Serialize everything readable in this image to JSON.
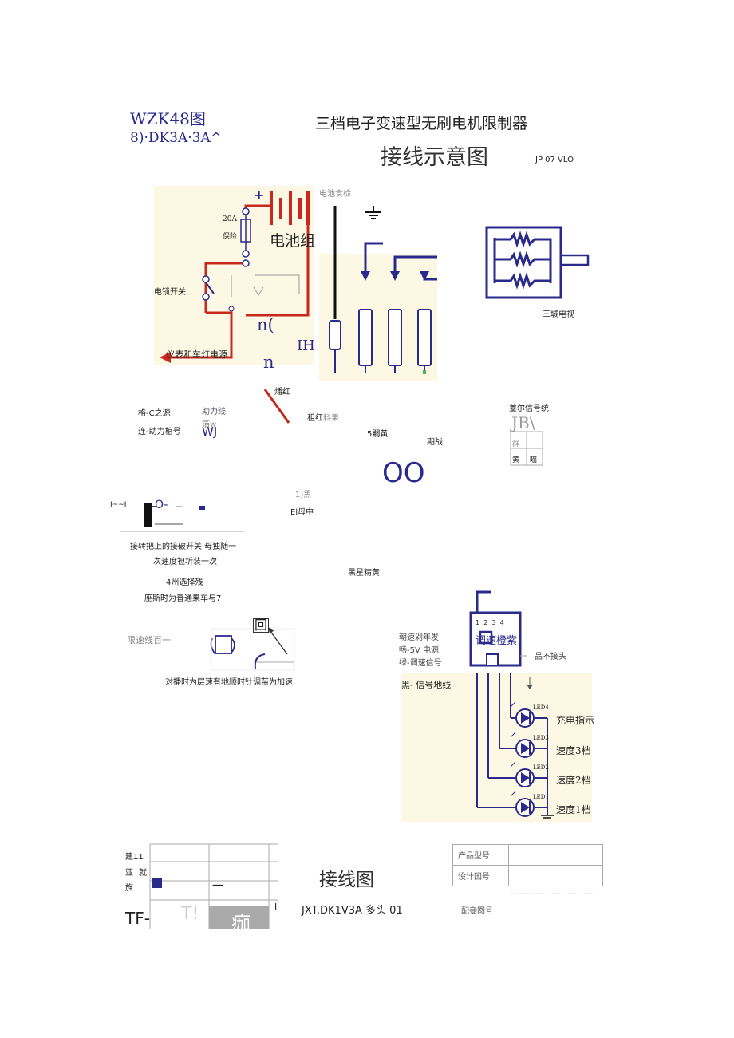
{
  "header": {
    "model_line1": "WZK48图",
    "model_line2": "8)·DK3A·3A^",
    "title": "三档电子变速型无刷电机限制器",
    "subtitle": "接线示意图",
    "code": "JP 07 VLO"
  },
  "battery": {
    "group_label": "电池组",
    "fuse_label_1": "20A",
    "fuse_label_2": "保险",
    "lock_label": "电锁开关",
    "power_label": "仪表和车灯电源",
    "check_label": "电池食检",
    "plus": "+",
    "partial_1": "n(",
    "partial_2": "n",
    "partial_3": "IH",
    "red_label": "燔红"
  },
  "motor": {
    "label": "三城电视"
  },
  "labels": {
    "l1": "格-C之源",
    "l2": "助力线",
    "l3": "箔w",
    "l4": "连-助力棺号",
    "l5": "WJ",
    "l6": "租红",
    "l6b": "料果",
    "l7": "5嗣黄",
    "l8": "期战",
    "hall": "薹尔信号统",
    "hall_box": "JB\\",
    "hall_c1": "群",
    "hall_c2": "黄",
    "hall_c3": "瞄",
    "oo": "OO",
    "s1": "1)黑",
    "s2": "El母中",
    "handle_left": "I~~I",
    "handle_o": "O-",
    "handle_dash": "一"
  },
  "notes": {
    "n1": "接转把上的接破开关  母独随一",
    "n2": "次速度袒圻装一次",
    "n3": "4州选择残",
    "n4": "座斯时为普通果车与7",
    "black_yellow": "黑星精黄",
    "limit": "限速线百一",
    "box_sym": "回",
    "adjust": "对播时为层速有地顺时针调苗为加速"
  },
  "speed": {
    "connector_label": "调速橙紫",
    "pins": [
      "1",
      "2",
      "3",
      "4"
    ],
    "t1": "朝速剁年发",
    "t2": "畅-5V 电源",
    "t3": "绿-调速信号",
    "t4": "黑- 信号地线",
    "no_plug": "品不接头",
    "leds": [
      {
        "id": "LED4",
        "label": "充电指示"
      },
      {
        "id": "LED3",
        "label": "速度3档"
      },
      {
        "id": "LED2",
        "label": "速度2档"
      },
      {
        "id": "LED1",
        "label": "速度1档"
      }
    ]
  },
  "footer": {
    "tb1": "建11",
    "tb2": "亚",
    "tb2b": "就",
    "tb3": "旌",
    "tb_dash": "一",
    "tf": "TF-",
    "tf2": "T!",
    "tf3": "痂",
    "tf4": "I",
    "drawing_title": "接线图",
    "drawing_code": "JXT.DK1V3A 多头  01",
    "product_no": "产品型号",
    "design_no": "设计国号",
    "match_no": "配妾图号"
  },
  "colors": {
    "wire_red": "#c8281e",
    "wire_blue": "#2a2a8c",
    "panel_bg": "#fdf8e4"
  }
}
